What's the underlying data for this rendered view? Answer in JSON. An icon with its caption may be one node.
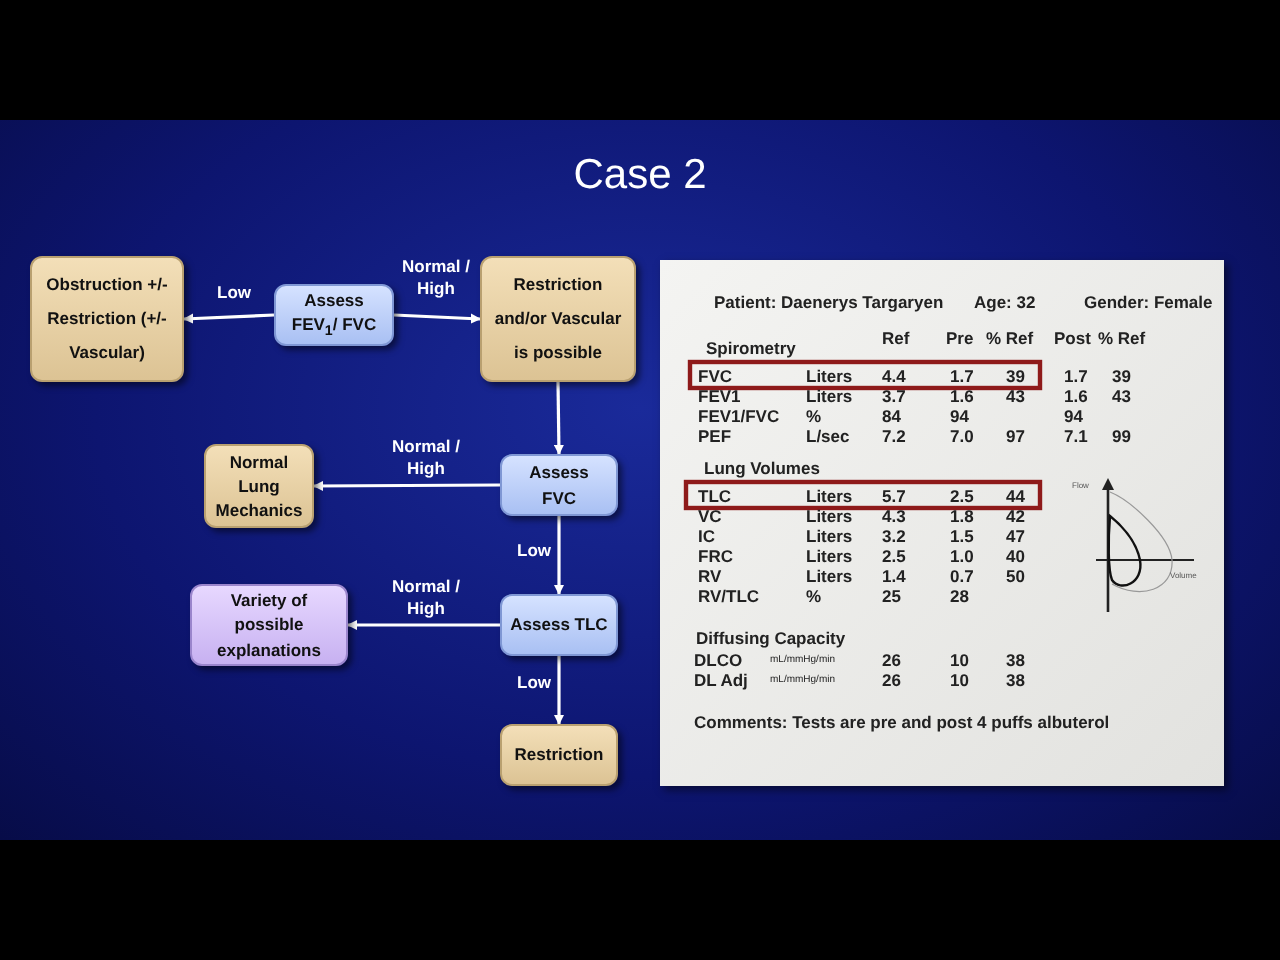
{
  "diagram": {
    "title": "Case 2",
    "nodes": [
      {
        "text": [
          "Obstruction +/- Restriction (+/- Vascular)"
        ]
      },
      {
        "text": [
          "Assess FEV$_{1}$/ FVC"
        ]
      },
      {
        "text": [
          "Restriction and/or Vascular is possible"
        ]
      },
      {
        "text": [
          "Normal Lung Mechanics"
        ]
      },
      {
        "text": [
          "Assess FVC"
        ]
      },
      {
        "text": [
          "Variety of possible explanations"
        ]
      },
      {
        "text": [
          "Assess TLC"
        ]
      },
      {
        "text": [
          "Restriction"
        ]
      }
    ],
    "edges": [
      {
        "from": 1,
        "to": 0,
        "arrow": "to",
        "label": "Low"
      },
      {
        "from": 1,
        "to": 2,
        "arrow": "to",
        "label": "Normal / High"
      },
      {
        "from": 2,
        "to": 4,
        "arrow": "to"
      },
      {
        "from": 4,
        "to": 3,
        "arrow": "to",
        "label": "Normal / High"
      },
      {
        "from": 4,
        "to": 6,
        "arrow": "to",
        "label": "Low"
      },
      {
        "from": 6,
        "to": 5,
        "arrow": "to",
        "label": "Normal / High"
      },
      {
        "from": 6,
        "to": 7,
        "arrow": "to",
        "label": "Low"
      }
    ],
    "labels": [
      "Patient: Daenerys Targaryen",
      "Age: 32",
      "Gender: Female",
      "Ref",
      "Pre",
      "% Ref",
      "Post",
      "% Ref",
      "Spirometry",
      "FVC",
      "Liters",
      "4.4",
      "1.7",
      "39",
      "1.7",
      "39",
      "FEV1",
      "Liters",
      "3.7",
      "1.6",
      "43",
      "1.6",
      "43",
      "FEV1/FVC",
      "%",
      "84",
      "94",
      "94",
      "PEF",
      "L/sec",
      "7.2",
      "7.0",
      "97",
      "7.1",
      "99",
      "Lung Volumes",
      "Flow",
      "TLC",
      "Liters",
      "5.7",
      "2.5",
      "44",
      "VC",
      "Liters",
      "4.3",
      "1.8",
      "42",
      "IC",
      "Liters",
      "3.2",
      "1.5",
      "47",
      "FRC",
      "Liters",
      "2.5",
      "1.0",
      "40",
      "RV",
      "Liters",
      "1.4",
      "0.7",
      "50",
      "Volume",
      "RV/TLC",
      "%",
      "25",
      "28",
      "Diffusing Capacity",
      "DLCO",
      "mL/mmHg/min",
      "26",
      "10",
      "38",
      "DL Adj",
      "mL/mmHg/min",
      "26",
      "10",
      "38",
      "Comments: Tests are pre and post 4 puffs albuterol"
    ]
  }
}
